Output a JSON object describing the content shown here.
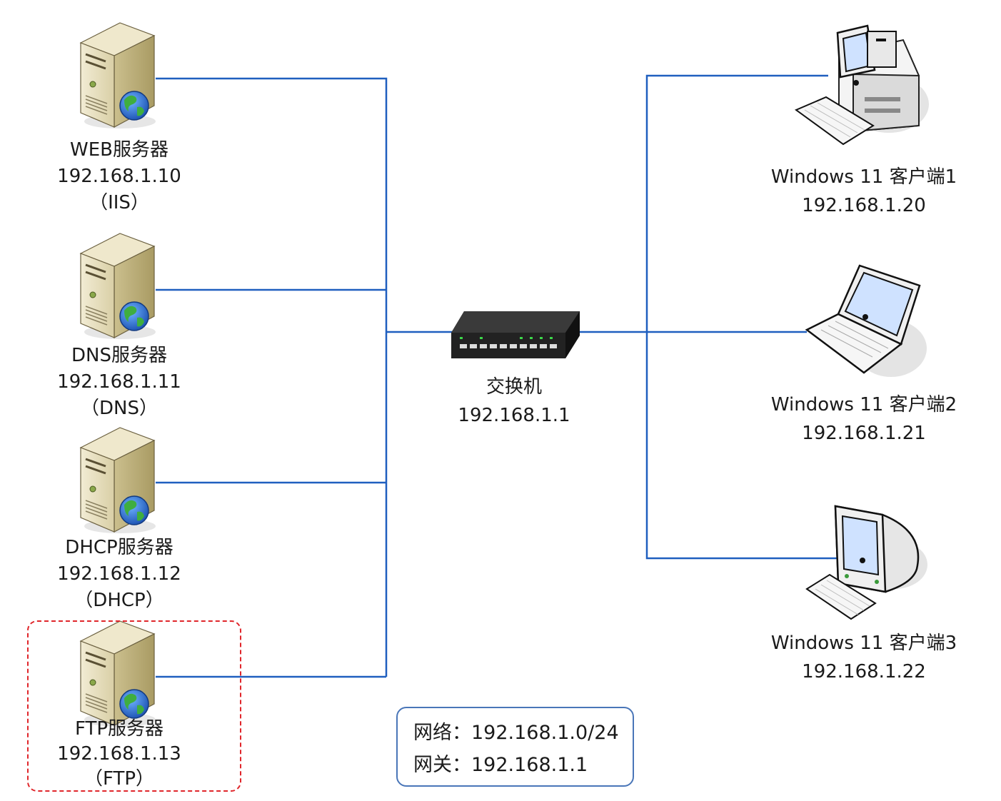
{
  "servers": [
    {
      "name": "WEB服务器",
      "ip": "192.168.1.10",
      "service": "（IIS）"
    },
    {
      "name": "DNS服务器",
      "ip": "192.168.1.11",
      "service": "（DNS）"
    },
    {
      "name": "DHCP服务器",
      "ip": "192.168.1.12",
      "service": "（DHCP）"
    },
    {
      "name": "FTP服务器",
      "ip": "192.168.1.13",
      "service": "（FTP）"
    }
  ],
  "switch": {
    "name": "交换机",
    "ip": "192.168.1.1"
  },
  "clients": [
    {
      "name": "Windows 11 客户端1",
      "ip": "192.168.1.20",
      "icon": "desktop-computer-icon"
    },
    {
      "name": "Windows 11 客户端2",
      "ip": "192.168.1.21",
      "icon": "laptop-icon"
    },
    {
      "name": "Windows 11 客户端3",
      "ip": "192.168.1.22",
      "icon": "crt-monitor-icon"
    }
  ],
  "network_info": {
    "network": "网络：192.168.1.0/24",
    "gateway": "网关：192.168.1.1"
  },
  "colors": {
    "link": "#1f5fbf",
    "highlight": "#e0262b",
    "infobox_border": "#4a76b8"
  }
}
